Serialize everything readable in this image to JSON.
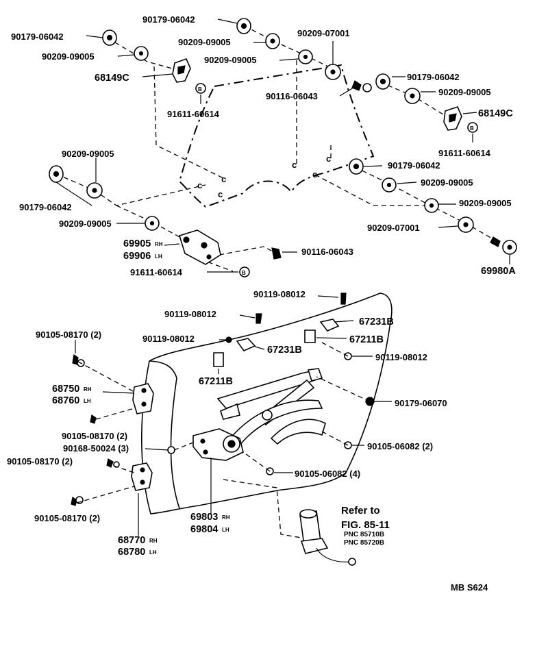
{
  "diagram": {
    "labels": {
      "top_90179_06042_a": "90179-06042",
      "left_90179_06042": "90179-06042",
      "left_90209_09005_a": "90209-09005",
      "top_90209_09005_a": "90209-09005",
      "top_90209_07001": "90209-07001",
      "top_90209_09005_b": "90209-09005",
      "left_68149C": "68149C",
      "center_90116_06043": "90116-06043",
      "right_90179_06042_a": "90179-06042",
      "right_90209_09005_a": "90209-09005",
      "right_68149C": "68149C",
      "left_91611_60614_a": "91611-60614",
      "right_91611_60614": "91611-60614",
      "right_90179_06042_b": "90179-06042",
      "left_90209_09005_b": "90209-09005",
      "right_90209_09005_b": "90209-09005",
      "left_90179_06042_b": "90179-06042",
      "right_90209_09005_c": "90209-09005",
      "left_90209_09005_c": "90209-09005",
      "right_90209_07001": "90209-07001",
      "part_69905": "69905",
      "part_69906": "69906",
      "rh_a": "RH",
      "lh_a": "LH",
      "right_90116_06043": "90116-06043",
      "bottom_91611_60614": "91611-60614",
      "part_69980A": "69980A",
      "reg_90119_08012_a": "90119-08012",
      "reg_90119_08012_b": "90119-08012",
      "reg_90105_08170_a": "90105-08170 (2)",
      "reg_67231B_a": "67231B",
      "reg_90119_08012_c": "90119-08012",
      "reg_67211B_a": "67211B",
      "reg_67231B_b": "67231B",
      "reg_90119_08012_d": "90119-08012",
      "reg_67211B_b": "67211B",
      "hinge_68750": "68750",
      "hinge_68760": "68760",
      "rh_b": "RH",
      "lh_b": "LH",
      "reg_90179_06070": "90179-06070",
      "reg_90105_08170_b": "90105-08170 (2)",
      "reg_90168_50024": "90168-50024 (3)",
      "reg_90105_06082_a": "90105-06082 (2)",
      "reg_90105_08170_c": "90105-08170 (2)",
      "reg_90105_06082_b": "90105-06082 (4)",
      "reg_90105_08170_d": "90105-08170 (2)",
      "refer_line1": "Refer to",
      "refer_line2": "FIG. 85-11",
      "pnc_1": "PNC 85710B",
      "pnc_2": "PNC 85720B",
      "part_69803": "69803",
      "part_69804": "69804",
      "rh_c": "RH",
      "lh_c": "LH",
      "hinge_68770": "68770",
      "hinge_68780": "68780",
      "rh_d": "RH",
      "lh_d": "LH",
      "footer_code": "MB  S624"
    },
    "callout_letters": {
      "b_mark": "B",
      "c_mark": "C"
    }
  }
}
